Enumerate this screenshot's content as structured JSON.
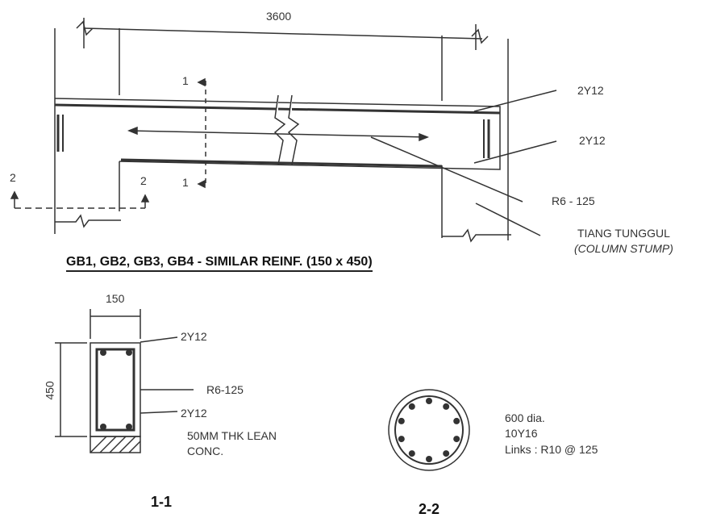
{
  "elevation": {
    "span_dim": "3600",
    "top_bar_label": "2Y12",
    "bottom_bar_label": "2Y12",
    "link_label": "R6 - 125",
    "stump_label_1": "TIANG TUNGGUL",
    "stump_label_2": "(COLUMN STUMP)",
    "section_mark_1_top": "1",
    "section_mark_1_bottom": "1",
    "section_mark_2_left": "2",
    "section_mark_2_right": "2",
    "title": "GB1, GB2, GB3, GB4 - SIMILAR REINF. (150 x 450)"
  },
  "section_1_1": {
    "width_dim": "150",
    "depth_dim": "450",
    "top_bar_label": "2Y12",
    "link_label": "R6-125",
    "bottom_bar_label": "2Y12",
    "lean_label_1": "50MM THK LEAN",
    "lean_label_2": "CONC.",
    "caption": "1-1"
  },
  "section_2_2": {
    "dia_label": "600 dia.",
    "bars_label": "10Y16",
    "links_label": "Links : R10 @ 125",
    "caption": "2-2",
    "bar_count": 10
  }
}
